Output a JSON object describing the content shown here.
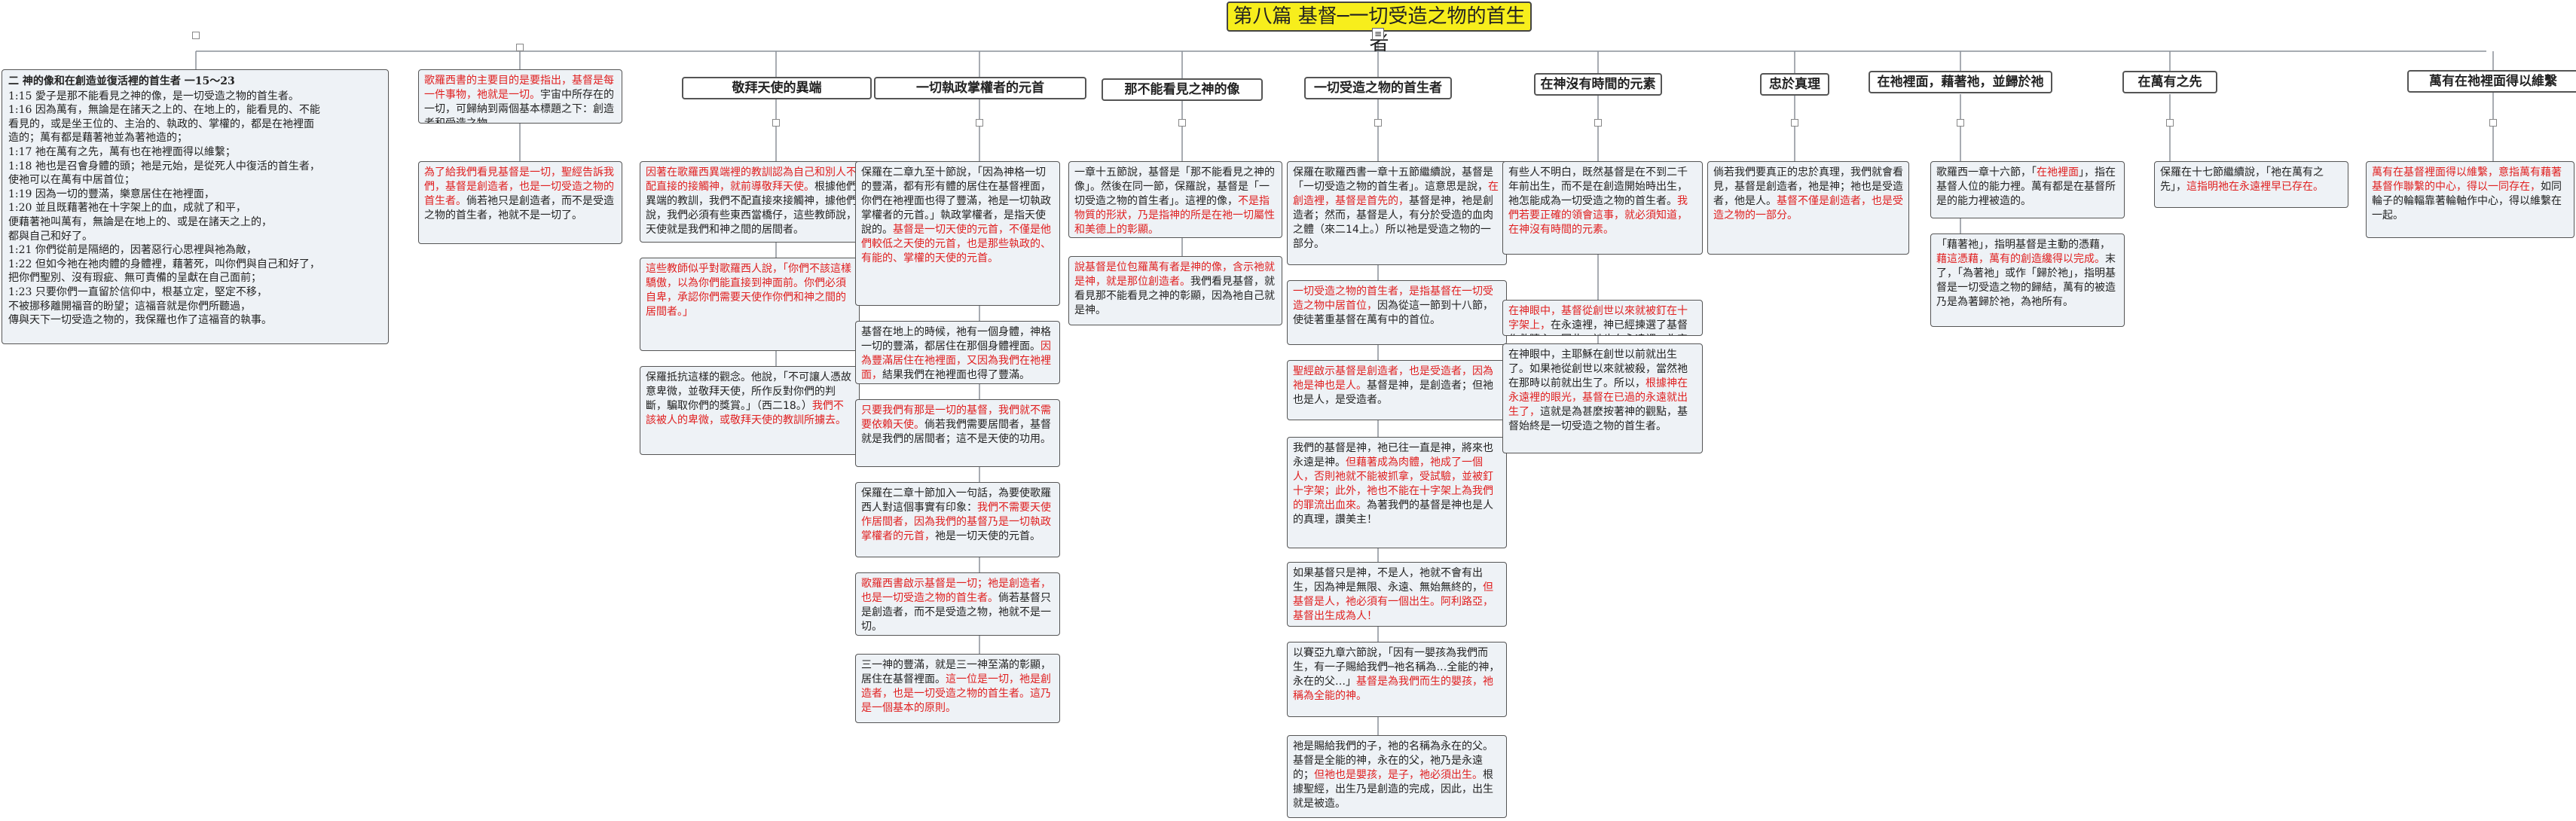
{
  "title": "第八篇  基督─一切受造之物的首生者",
  "anchor_icon": "≡",
  "intro": {
    "heading": "二    神的像和在創造並復活裡的首生者    一15～23",
    "lines": [
      "1:15    愛子是那不能看見之神的像，是一切受造之物的首生者。",
      "1:16    因為萬有，無論是在諸天之上的、在地上的，能看見的、不能",
      "看見的，或是坐王位的、主治的、執政的、掌權的，都是在祂裡面",
      "造的；萬有都是藉著祂並為著祂造的；",
      "1:17    祂在萬有之先，萬有也在祂裡面得以維繫；",
      "1:18    祂也是召會身體的頭；祂是元始，是從死人中復活的首生者，",
      "使祂可以在萬有中居首位；",
      "1:19    因為一切的豐滿，樂意居住在祂裡面，",
      "1:20    並且既藉著祂在十字架上的血，成就了和平，",
      "便藉著祂叫萬有，無論是在地上的、或是在諸天之上的，",
      "都與自己和好了。",
      "1:21    你們從前是隔絕的，因著惡行心思裡與祂為敵，",
      "1:22    但如今祂在祂肉體的身體裡，藉著死，叫你們與自己和好了，",
      "把你們聖別、沒有瑕疵、無可責備的呈獻在自己面前；",
      "1:23    只要你們一直留於信仰中，根基立定，堅定不移，",
      "不被挪移離開福音的盼望；這福音就是你們所聽過，",
      "傳與天下一切受造之物的，我保羅也作了這福音的執事。"
    ]
  },
  "topics": [
    {
      "label": "敬拜天使的異端"
    },
    {
      "label": "一切執政掌權者的元首"
    },
    {
      "label": "那不能看見之神的像"
    },
    {
      "label": "一切受造之物的首生者"
    },
    {
      "label": "在神沒有時間的元素"
    },
    {
      "label": "忠於真理"
    },
    {
      "label": "在祂裡面，藉著祂，並歸於祂"
    },
    {
      "label": "在萬有之先"
    },
    {
      "label": "萬有在祂裡面得以維繫"
    }
  ],
  "cards": [
    {
      "segs": [
        [
          "歌羅西書的主要目的是要指出，基督是每一件事物，祂就是一切。",
          "r"
        ],
        [
          "宇宙中所存在的一切，可歸納到兩個基本標題之下：創造者和受造之物。",
          ""
        ]
      ]
    },
    {
      "segs": [
        [
          "為了給我們看見基督是一切，聖經告訴我們，基督是創造者，也是一切受造之物的首生者。",
          "r"
        ],
        [
          "倘若祂只是創造者，而不是受造之物的首生者，祂就不是一切了。",
          ""
        ]
      ]
    },
    {
      "segs": [
        [
          "因著在歌羅西異端裡的教訓認為自己和別人不配直接的接觸神，就前導敬拜天使。",
          "r"
        ],
        [
          "根據他們異端的教訓，我們不配直接來接觸神，據他們說，我們必須有些東西當橋仔，這些教師說，天使就是我們和神之間的居間者。",
          ""
        ]
      ]
    },
    {
      "segs": [
        [
          "這些教師似乎對歌羅西人說，「你們不該這樣驕傲，以為你們能直接到神面前。你們必須自卑，承認你們需要天使作你們和神之間的居間者。」",
          "r"
        ]
      ]
    },
    {
      "segs": [
        [
          "保羅抵抗這樣的觀念。他說，「不可讓人憑故意卑微，並敬拜天使，所作反對你們的判斷，騙取你們的獎賞。」（西二18。）",
          ""
        ],
        [
          "我們不該被人的卑微，或敬拜天使的教訓所擄去。",
          "r"
        ]
      ]
    },
    {
      "segs": [
        [
          "保羅在二章九至十節說，「因為神格一切的豐滿，都有形有體的居住在基督裡面，你們在祂裡面也得了豐滿，祂是一切執政掌權者的元首。」執政掌權者，是指天使說的。",
          ""
        ],
        [
          "基督是一切天使的元首，不僅是他們較低之天使的元首，也是那些執政的、有能的、掌權的天使的元首。",
          "r"
        ]
      ]
    },
    {
      "segs": [
        [
          "基督在地上的時候，祂有一個身體，神格一切的豐滿，都居住在那個身體裡面。",
          ""
        ],
        [
          "因為豐滿居住在祂裡面，又因為我們在祂裡面，",
          "r"
        ],
        [
          "結果我們在祂裡面也得了豐滿。",
          ""
        ]
      ]
    },
    {
      "segs": [
        [
          "只要我們有那是一切的基督，我們就不需要依賴天使。",
          "r"
        ],
        [
          "倘若我們需要居間者，基督就是我們的居間者；這不是天使的功用。",
          ""
        ]
      ]
    },
    {
      "segs": [
        [
          "保羅在二章十節加入一句話，為要使歌羅西人對這個事實有印象：",
          ""
        ],
        [
          "我們不需要天使作居間者，因為我們的基督乃是一切執政掌權者的元首，",
          "r"
        ],
        [
          "祂是一切天使的元首。",
          ""
        ]
      ]
    },
    {
      "segs": [
        [
          "歌羅西書啟示基督是一切；祂是創造者，也是一切受造之物的首生者。",
          "r"
        ],
        [
          "倘若基督只是創造者，而不是受造之物，祂就不是一切。",
          ""
        ]
      ]
    },
    {
      "segs": [
        [
          "三一神的豐滿，就是三一神至滿的彰顯，居住在基督裡面。",
          ""
        ],
        [
          "這一位是一切，祂是創造者，也是一切受造之物的首生者。這乃是一個基本的原則。",
          "r"
        ]
      ]
    },
    {
      "segs": [
        [
          "一章十五節說，基督是「那不能看見之神的像」。然後在同一節，保羅說，基督是「一切受造之物的首生者」。這裡的像，",
          ""
        ],
        [
          "不是指物質的形狀，乃是指神的所是在祂一切屬性和美德上的彰顯。",
          "r"
        ]
      ]
    },
    {
      "segs": [
        [
          "說基督是位包羅萬有者是神的像，含示祂就是神，就是那位創造者。",
          "r"
        ],
        [
          "我們看見基督，就看見那不能看見之神的彰顯，因為祂自己就是神。",
          ""
        ]
      ]
    },
    {
      "segs": [
        [
          "保羅在歌羅西書一章十五節繼續說，基督是「一切受造之物的首生者」。這意思是說，",
          ""
        ],
        [
          "在創造裡，基督是首先的，",
          "r"
        ],
        [
          "基督是神，祂是創造者；然而，基督是人，有分於受造的血肉之體（來二14上。）所以祂是受造之物的一部分。",
          ""
        ]
      ]
    },
    {
      "segs": [
        [
          "一切受造之物的首生者，是指基督在一切受造之物中居首位，",
          "r"
        ],
        [
          "因為從這一節到十八節，使徒著重基督在萬有中的首位。",
          ""
        ]
      ]
    },
    {
      "segs": [
        [
          "聖經啟示基督是創造者，也是受造者，",
          "r"
        ],
        [
          "因為祂是神也是人。",
          "r"
        ],
        [
          "基督是神，是創造者；但祂也是人，是受造者。",
          ""
        ]
      ]
    },
    {
      "segs": [
        [
          "我們的基督是神，祂已往一直是神，將來也永遠是神。",
          ""
        ],
        [
          "但藉著成為肉體，祂成了一個人，否則祂就不能被抓拿，受試驗，並被釘十字架；此外，祂也不能在十字架上為我們的罪流出血來。",
          "r"
        ],
        [
          "為著我們的基督是神也是人的真理，讚美主！",
          ""
        ]
      ]
    },
    {
      "segs": [
        [
          "如果基督只是神，不是人，祂就不會有出生，因為神是無限、永遠、無始無終的，",
          ""
        ],
        [
          "但基督是人，祂必須有一個出生。阿利路亞，基督出生成為人！",
          "r"
        ]
      ]
    },
    {
      "segs": [
        [
          "以賽亞九章六節說，「因有一嬰孩為我們而生，有一子賜給我們─祂名稱為…全能的神，永在的父…」",
          ""
        ],
        [
          "基督是為我們而生的嬰孩，祂稱為全能的神。",
          "r"
        ]
      ]
    },
    {
      "segs": [
        [
          "祂是賜給我們的子，祂的名稱為永在的父。基督是全能的神，永在的父，祂乃是永遠的；",
          ""
        ],
        [
          "但祂也是嬰孩，是子，祂必須出生。",
          "r"
        ],
        [
          "根據聖經，出生乃是創造的完成，因此，出生就是被造。",
          ""
        ]
      ]
    },
    {
      "segs": [
        [
          "有些人不明白，既然基督是在不到二千年前出生，而不是在創造開始時出生，祂怎能成為一切受造之物的首生者。",
          ""
        ],
        [
          "我們若要正確的領會這事，就必須知道，在神沒有時間的元素。",
          "r"
        ]
      ]
    },
    {
      "segs": [
        [
          "在神眼中，基督從創世以來就被釘在十字架上，",
          "r"
        ],
        [
          "在永遠裡，神已經揀選了基督作救贖主，因此，祂也在永遠裡，為完成救贖作了準備。",
          ""
        ]
      ]
    },
    {
      "segs": [
        [
          "在神眼中，主耶穌在創世以前就出生了。如果祂從創世以來就被殺，當然祂在那時以前就出生了。所以，",
          ""
        ],
        [
          "根據神在永遠裡的眼光，基督在已過的永遠就出生了，",
          "r"
        ],
        [
          "這就是為甚麼按著神的觀點，基督始終是一切受造之物的首生者。",
          ""
        ]
      ]
    },
    {
      "segs": [
        [
          "倘若我們要真正的忠於真理，我們就會看見，基督是創造者，祂是神；祂也是受造者，他是人。",
          ""
        ],
        [
          "基督不僅是創造者，也是受造之物的一部分。",
          "r"
        ]
      ]
    },
    {
      "segs": [
        [
          "歌羅西一章十六節，「",
          ""
        ],
        [
          "在祂裡面",
          "r"
        ],
        [
          "」，指在基督人位的能力裡。萬有都是在基督所是的能力裡被造的。",
          ""
        ]
      ]
    },
    {
      "segs": [
        [
          "「藉著祂」，指明基督是主動的憑藉，",
          ""
        ],
        [
          "藉這憑藉，萬有的創造纔得以完成。",
          "r"
        ],
        [
          "末了，「為著祂」或作「歸於祂」，指明基督是一切受造之物的歸結，萬有的被造乃是為著歸於祂，為祂所有。",
          ""
        ]
      ]
    },
    {
      "segs": [
        [
          "保羅在十七節繼續說，「祂在萬有之先」，",
          ""
        ],
        [
          "這指明祂在永遠裡早已存在。",
          "r"
        ]
      ]
    },
    {
      "segs": [
        [
          "萬有在基督裡面得以維繫，意指萬有藉著基督作聯繫的中心，得以一同存在，",
          "r"
        ],
        [
          "如同輪子的輪輻靠著輪軸作中心，得以維繫在一起。",
          ""
        ]
      ]
    }
  ]
}
